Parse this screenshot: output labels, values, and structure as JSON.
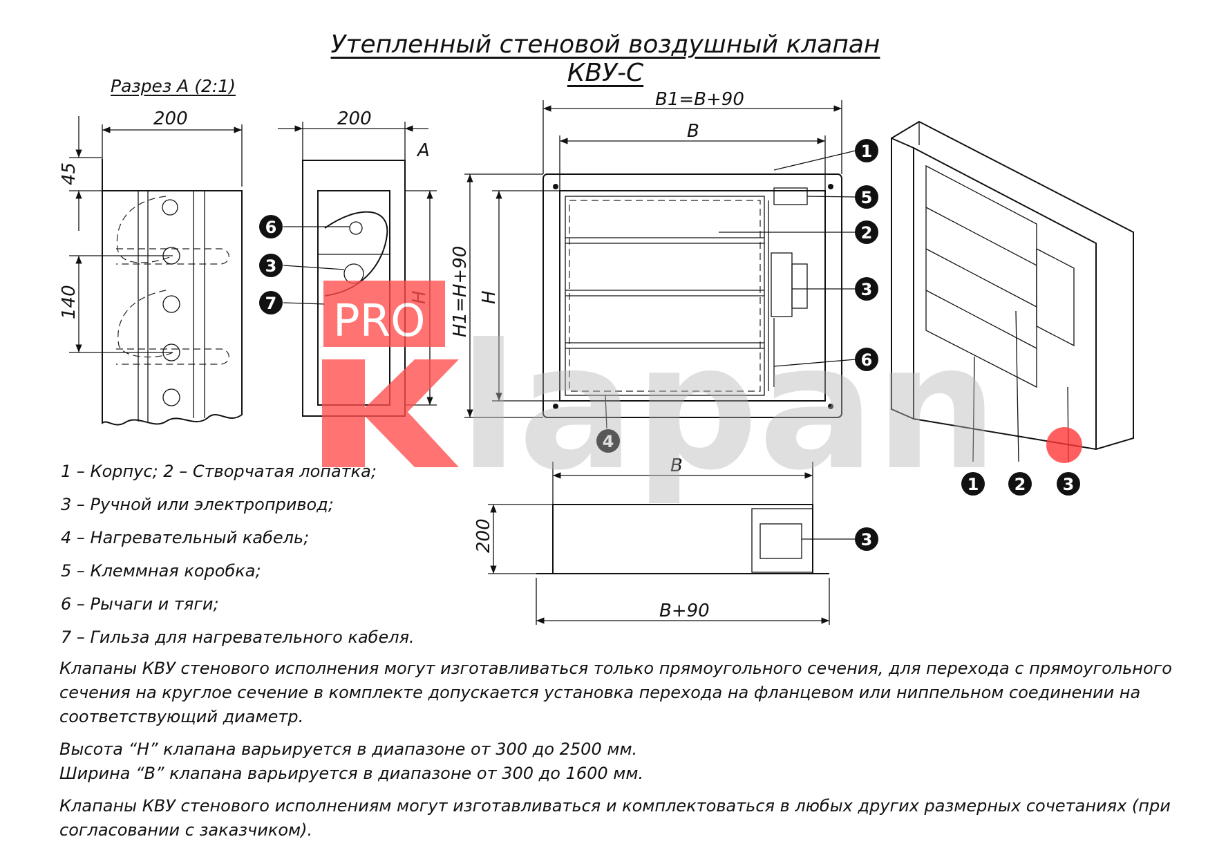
{
  "title": "Утепленный стеновой воздушный клапан КВУ-С",
  "section_label": "Разрез А (2:1)",
  "dimensions": {
    "sec_width": "200",
    "side_width": "200",
    "dim_45": "45",
    "dim_140": "140",
    "view_mark": "A",
    "b1": "B1=B+90",
    "b_top": "B",
    "h1": "H1=H+90",
    "h": "H",
    "h_side": "H",
    "b_bottom": "B",
    "depth_200": "200",
    "b90": "B+90"
  },
  "callouts": [
    "1",
    "5",
    "2",
    "3",
    "6",
    "6",
    "3",
    "7",
    "4",
    "3",
    "1",
    "2",
    "3"
  ],
  "legend": [
    "1 – Корпус; 2 – Створчатая лопатка;",
    "3 – Ручной или электропривод;",
    "4 – Нагревательный кабель;",
    "5 – Клеммная коробка;",
    "6 – Рычаги и тяги;",
    "7 – Гильза для нагревательного кабеля."
  ],
  "notes": [
    "Клапаны КВУ стенового исполнения могут изготавливаться только прямоугольного сечения, для перехода с прямоугольного сечения на круглое сечение в комплекте допускается установка перехода на фланцевом или ниппельном соединении на соответствующий диаметр.",
    "Высота “H” клапана варьируется в диапазоне от 300 до 2500 мм.\nШирина “B” клапана варьируется в диапазоне от 300 до 1600 мм.",
    "Клапаны КВУ стенового исполнениям могут изготавливаться и комплектоваться в любых других размерных сочетаниях (при согласовании с заказчиком)."
  ],
  "watermark": {
    "pro": "PRO",
    "word": "klapan",
    "dot_color": "#ff3333",
    "red": "#ff4d4d",
    "gray": "#b4b4b4"
  }
}
